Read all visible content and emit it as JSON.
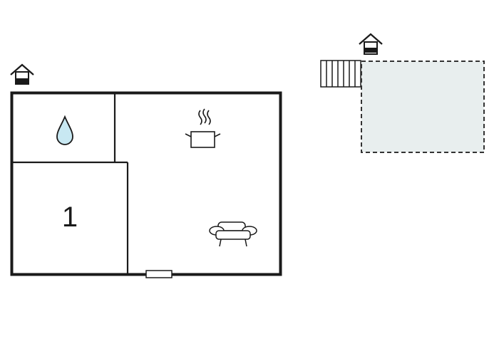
{
  "floor_plan": {
    "rooms": [
      {
        "id": "bathroom",
        "label": ""
      },
      {
        "id": "bedroom",
        "label": "1"
      },
      {
        "id": "living-kitchen",
        "label": ""
      }
    ],
    "icons": [
      "entrance-house-icon",
      "water-drop-icon",
      "cooking-pot-icon",
      "sofa-icon",
      "entrance-house-icon",
      "steps-icon"
    ],
    "outdoor": {
      "area_type": "terrace"
    },
    "colors": {
      "walls": "#1a1a1a",
      "water_drop": "#c8e8f2",
      "terrace_fill": "#e8eeee",
      "terrace_border": "#333333"
    }
  }
}
